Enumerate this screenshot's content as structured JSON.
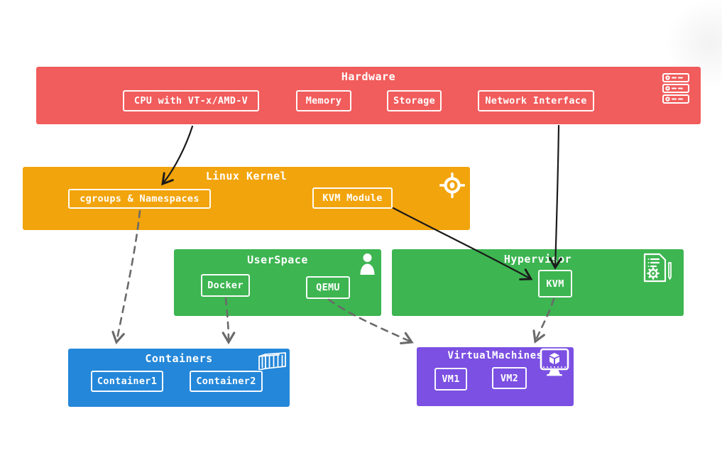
{
  "diagram": {
    "hardware": {
      "title": "Hardware",
      "cpu": "CPU with VT-x/AMD-V",
      "memory": "Memory",
      "storage": "Storage",
      "network": "Network Interface",
      "icon": "server-rack-icon"
    },
    "kernel": {
      "title": "Linux Kernel",
      "cgroups": "cgroups & Namespaces",
      "kvm_module": "KVM Module",
      "icon": "target-icon"
    },
    "userspace": {
      "title": "UserSpace",
      "docker": "Docker",
      "qemu": "QEMU",
      "icon": "user-icon"
    },
    "hypervisor": {
      "title": "Hypervisor",
      "kvm": "KVM",
      "icon": "document-gear-pencil-icon"
    },
    "containers": {
      "title": "Containers",
      "container1": "Container1",
      "container2": "Container2",
      "icon": "shipping-container-icon"
    },
    "vms": {
      "title": "VirtualMachines",
      "vm1": "VM1",
      "vm2": "VM2",
      "icon": "vm-monitor-icon"
    },
    "edges": [
      {
        "from": "CPU with VT-x/AMD-V",
        "to": "cgroups & Namespaces",
        "style": "solid"
      },
      {
        "from": "Network Interface",
        "to": "KVM",
        "style": "solid"
      },
      {
        "from": "KVM Module",
        "to": "KVM",
        "style": "solid"
      },
      {
        "from": "cgroups & Namespaces",
        "to": "Containers",
        "style": "dashed"
      },
      {
        "from": "Docker",
        "to": "Containers",
        "style": "dashed"
      },
      {
        "from": "QEMU",
        "to": "VirtualMachines",
        "style": "dashed"
      },
      {
        "from": "KVM",
        "to": "VirtualMachines",
        "style": "dashed"
      }
    ],
    "colors": {
      "hardware_band": "#f15c5c",
      "kernel_band": "#f2a40c",
      "userspace_band": "#3db551",
      "hypervisor_band": "#3db551",
      "containers_band": "#2487d9",
      "vms_band": "#7b50e2",
      "solid_arrow": "#1b1b1b",
      "dashed_arrow": "#6a6a6a",
      "text": "#ffffff"
    }
  }
}
